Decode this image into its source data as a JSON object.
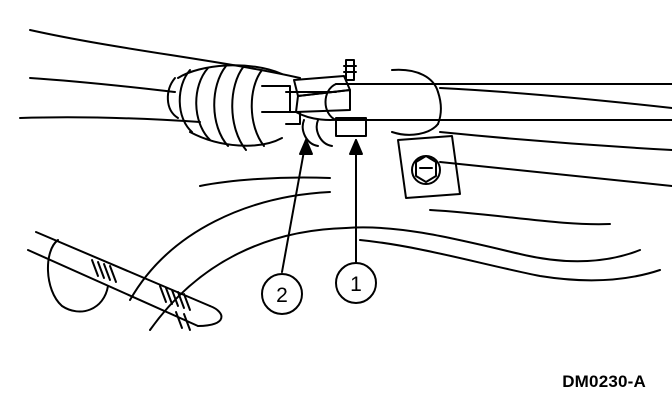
{
  "callouts": [
    {
      "id": "callout-1",
      "label": "1"
    },
    {
      "id": "callout-2",
      "label": "2"
    }
  ],
  "figure_code": "DM0230-A",
  "colors": {
    "ink": "#000000",
    "paper": "#ffffff"
  }
}
